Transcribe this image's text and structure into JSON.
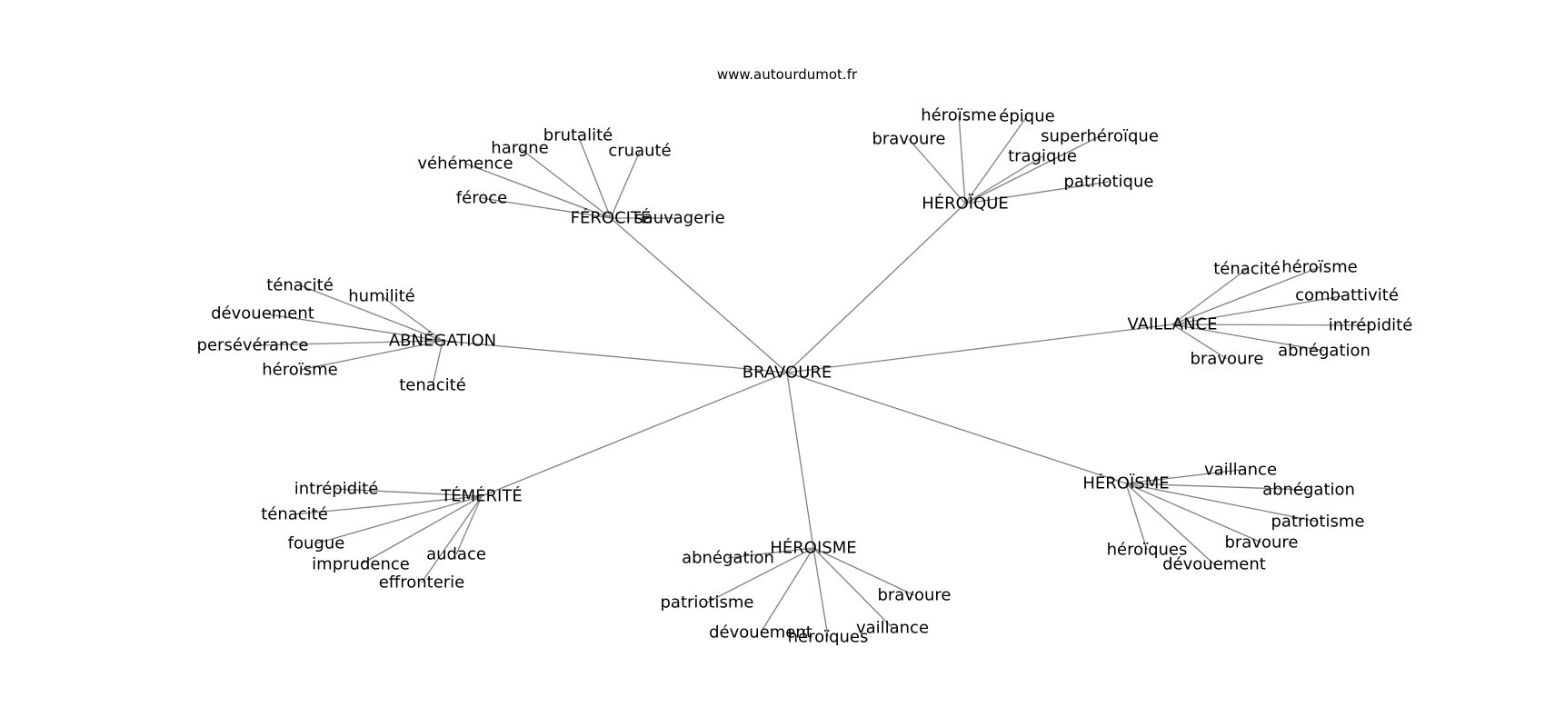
{
  "source": "www.autourdumot.fr",
  "root": "BRAVOURE",
  "clusters": [
    {
      "label": "FÉROCITÉ",
      "leaves": [
        "sauvagerie",
        "cruauté",
        "brutalité",
        "hargne",
        "véhémence",
        "féroce"
      ]
    },
    {
      "label": "HÉROÏQUE",
      "leaves": [
        "héroïsme",
        "épique",
        "bravoure",
        "superhéroïque",
        "tragique",
        "patriotique"
      ]
    },
    {
      "label": "ABNÉGATION",
      "leaves": [
        "ténacité",
        "humilité",
        "dévouement",
        "persévérance",
        "héroïsme",
        "tenacité"
      ]
    },
    {
      "label": "VAILLANCE",
      "leaves": [
        "ténacité",
        "héroïsme",
        "combattivité",
        "intrépidité",
        "abnégation",
        "bravoure"
      ]
    },
    {
      "label": "TÉMÉRITÉ",
      "leaves": [
        "intrépidité",
        "ténacité",
        "fougue",
        "imprudence",
        "audace",
        "effronterie"
      ]
    },
    {
      "label": "HÉROISME",
      "leaves": [
        "abnégation",
        "patriotisme",
        "dévouement",
        "héroïques",
        "vaillance",
        "bravoure"
      ]
    },
    {
      "label": "HÉROÏSME",
      "leaves": [
        "vaillance",
        "abnégation",
        "patriotisme",
        "bravoure",
        "dévouement",
        "héroïques"
      ]
    }
  ]
}
